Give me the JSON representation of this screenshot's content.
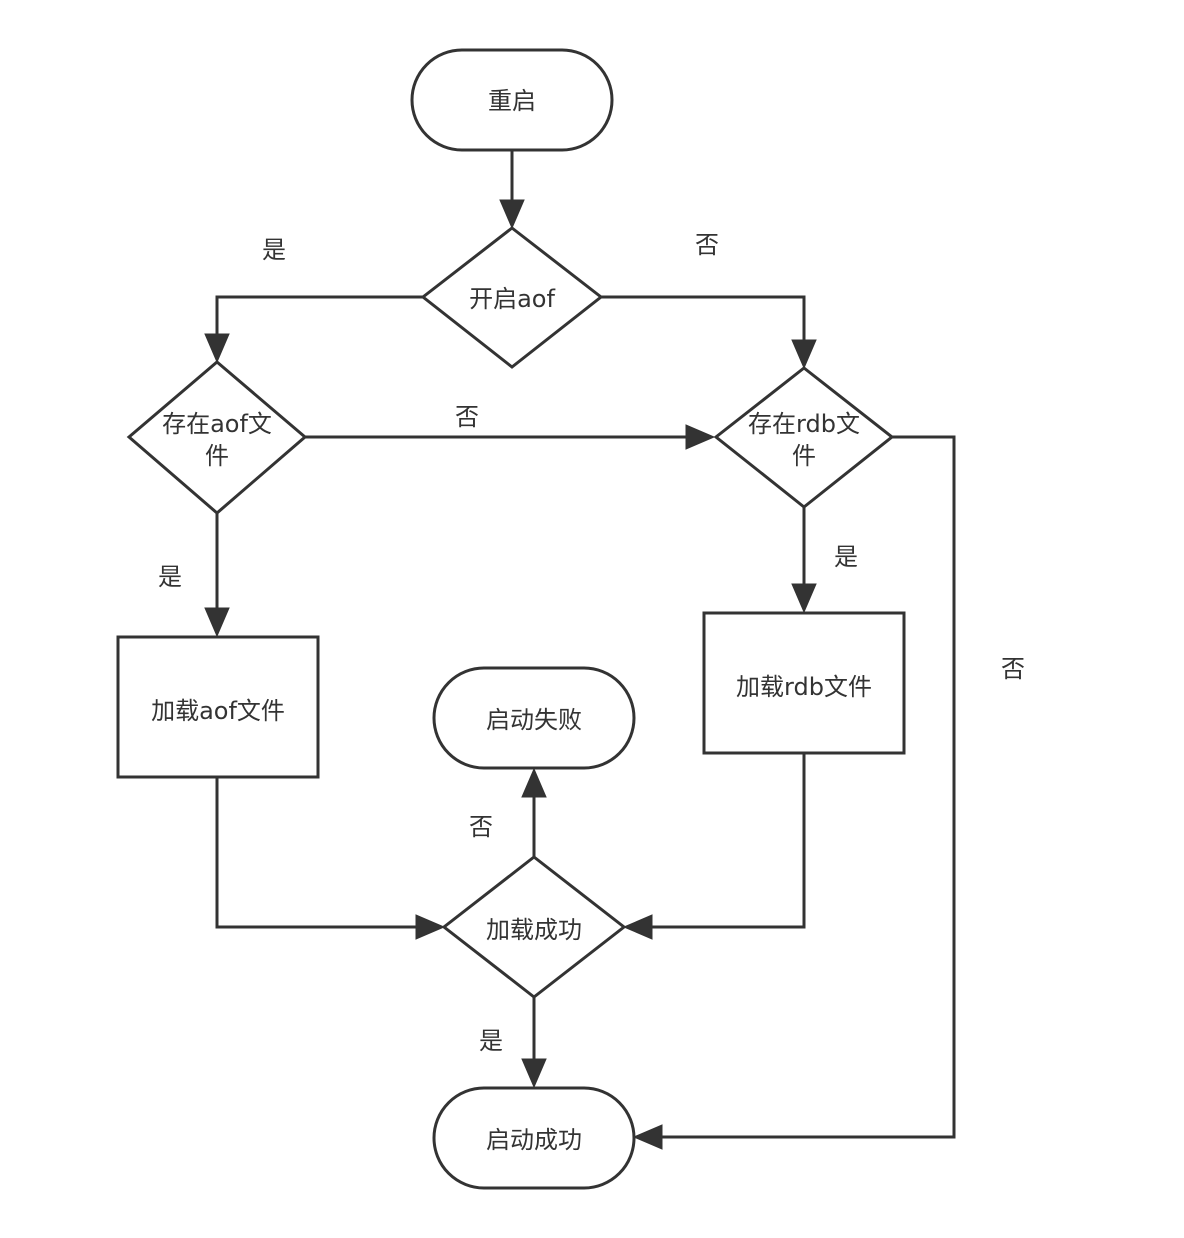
{
  "diagram": {
    "nodes": {
      "restart": {
        "label": "重启"
      },
      "aof_enabled": {
        "label": "开启aof"
      },
      "aof_exists": {
        "label_line1": "存在aof文",
        "label_line2": "件"
      },
      "rdb_exists": {
        "label_line1": "存在rdb文",
        "label_line2": "件"
      },
      "load_aof": {
        "label": "加载aof文件"
      },
      "load_rdb": {
        "label": "加载rdb文件"
      },
      "start_failed": {
        "label": "启动失败"
      },
      "load_success": {
        "label": "加载成功"
      },
      "start_success": {
        "label": "启动成功"
      }
    },
    "edge_labels": {
      "aof_enabled_yes": "是",
      "aof_enabled_no": "否",
      "aof_exists_no": "否",
      "aof_exists_yes": "是",
      "rdb_exists_yes": "是",
      "rdb_exists_no": "否",
      "load_success_no": "否",
      "load_success_yes": "是"
    },
    "colors": {
      "stroke": "#333333",
      "fill": "#ffffff",
      "text": "#333333"
    }
  }
}
